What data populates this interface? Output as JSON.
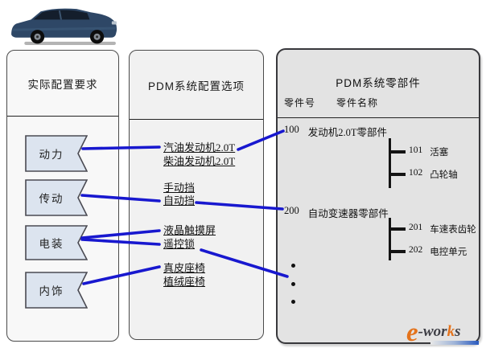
{
  "left_panel": {
    "title": "实际配置要求",
    "items": [
      {
        "label": "动力"
      },
      {
        "label": "传动"
      },
      {
        "label": "电装"
      },
      {
        "label": "内饰"
      }
    ]
  },
  "mid_panel": {
    "title": "PDM系统配置选项",
    "options": [
      "汽油发动机2.0T",
      "柴油发动机2.0T",
      "手动挡",
      "自动挡",
      "液晶触摸屏",
      "遥控锁",
      "真皮座椅",
      "植绒座椅"
    ]
  },
  "right_panel": {
    "title": "PDM系统零部件",
    "columns": {
      "part_no": "零件号",
      "part_name": "零件名称"
    },
    "groups": [
      {
        "no": "100",
        "name": "发动机2.0T零部件",
        "children": [
          {
            "no": "101",
            "name": "活塞"
          },
          {
            "no": "102",
            "name": "凸轮轴"
          }
        ]
      },
      {
        "no": "200",
        "name": "自动变速器零部件",
        "children": [
          {
            "no": "201",
            "name": "车速表齿轮"
          },
          {
            "no": "202",
            "name": "电控单元"
          }
        ]
      }
    ],
    "ellipsis_dots": 3
  },
  "logo": {
    "e": "e",
    "dash_wor": "-wor",
    "k": "k",
    "s": "s"
  },
  "connections": [
    {
      "from": "动力",
      "to": "汽油发动机2.0T"
    },
    {
      "from": "汽油发动机2.0T",
      "to": "100 发动机2.0T零部件"
    },
    {
      "from": "传动",
      "to": "自动挡"
    },
    {
      "from": "自动挡",
      "to": "200 自动变速器零部件"
    },
    {
      "from": "电装",
      "to": "液晶触摸屏"
    },
    {
      "from": "电装",
      "to": "遥控锁"
    },
    {
      "from": "遥控锁",
      "to": "更多零部件(省略号)"
    },
    {
      "from": "内饰",
      "to": "真皮座椅"
    }
  ],
  "colors": {
    "connector_blue": "#1818cf",
    "req_box_fill": "#dce4ef",
    "right_panel_gray": "#e3e3e3",
    "logo_orange": "#e4731c",
    "logo_bar_blue": "#2a5bbf"
  }
}
